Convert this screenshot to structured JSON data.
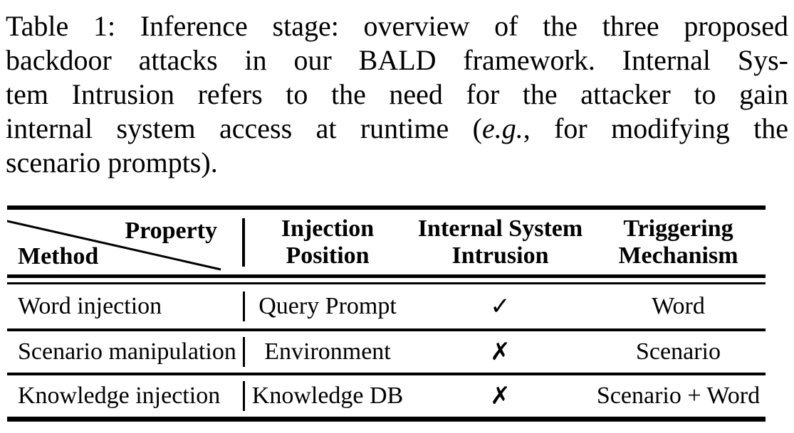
{
  "caption": {
    "lines": [
      "Table 1: Inference stage: overview of the three proposed",
      "backdoor attacks in our BALD framework. Internal Sys-",
      "tem Intrusion refers to the need for the attacker to gain",
      [
        "internal system access at runtime (",
        "e.g.",
        ", for modifying the"
      ],
      "scenario prompts)."
    ]
  },
  "table": {
    "column_divider_glyph": "|",
    "header": {
      "diagonal": {
        "top_right": "Property",
        "bottom_left": "Method"
      },
      "columns": [
        {
          "line1": "Injection",
          "line2": "Position"
        },
        {
          "line1": "Internal System",
          "line2": "Intrusion"
        },
        {
          "line1": "Triggering",
          "line2": "Mechanism"
        }
      ]
    },
    "rows": [
      {
        "method": "Word injection",
        "position": "Query Prompt",
        "intrusion": "✓",
        "intrusion_icon": "check-icon",
        "trigger": "Word"
      },
      {
        "method": "Scenario manipulation",
        "position": "Environment",
        "intrusion": "✗",
        "intrusion_icon": "cross-icon",
        "trigger": "Scenario"
      },
      {
        "method": "Knowledge injection",
        "position": "Knowledge DB",
        "intrusion": "✗",
        "intrusion_icon": "cross-icon",
        "trigger": "Scenario + Word"
      }
    ]
  },
  "colors": {
    "text": "#000000",
    "background": "#ffffff",
    "rule": "#000000"
  }
}
